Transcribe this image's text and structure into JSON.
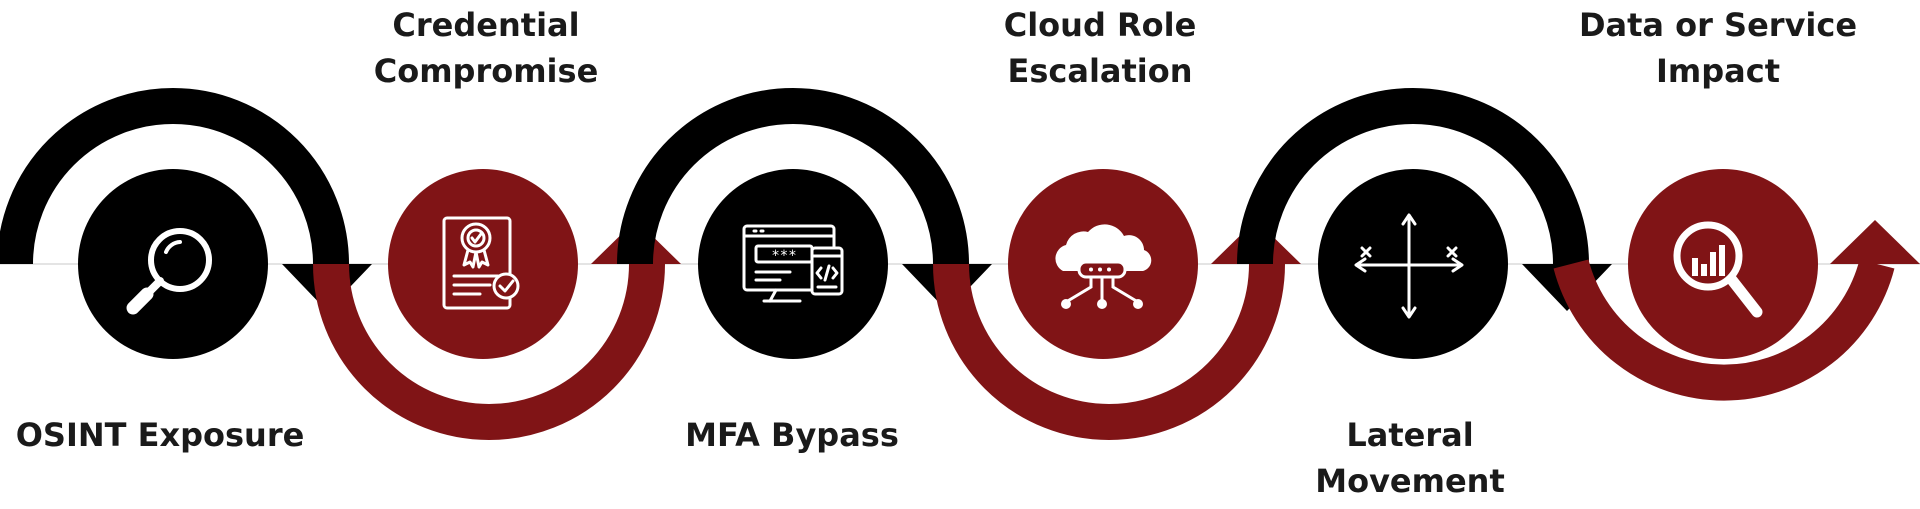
{
  "colors": {
    "dark": "#000000",
    "accent": "#801416",
    "icon": "#ffffff",
    "text": "#1a1a1a"
  },
  "steps": [
    {
      "title": [
        "OSINT Exposure"
      ],
      "icon": "magnifier-icon",
      "color": "dark"
    },
    {
      "title": [
        "Credential",
        "Compromise"
      ],
      "icon": "certificate-icon",
      "color": "accent"
    },
    {
      "title": [
        "MFA Bypass"
      ],
      "icon": "code-screen-icon",
      "color": "dark"
    },
    {
      "title": [
        "Cloud Role",
        "Escalation"
      ],
      "icon": "cloud-network-icon",
      "color": "accent"
    },
    {
      "title": [
        "Lateral",
        "Movement"
      ],
      "icon": "cross-arrows-icon",
      "color": "dark"
    },
    {
      "title": [
        "Data or Service",
        "Impact"
      ],
      "icon": "analytics-search-icon",
      "color": "accent"
    }
  ]
}
